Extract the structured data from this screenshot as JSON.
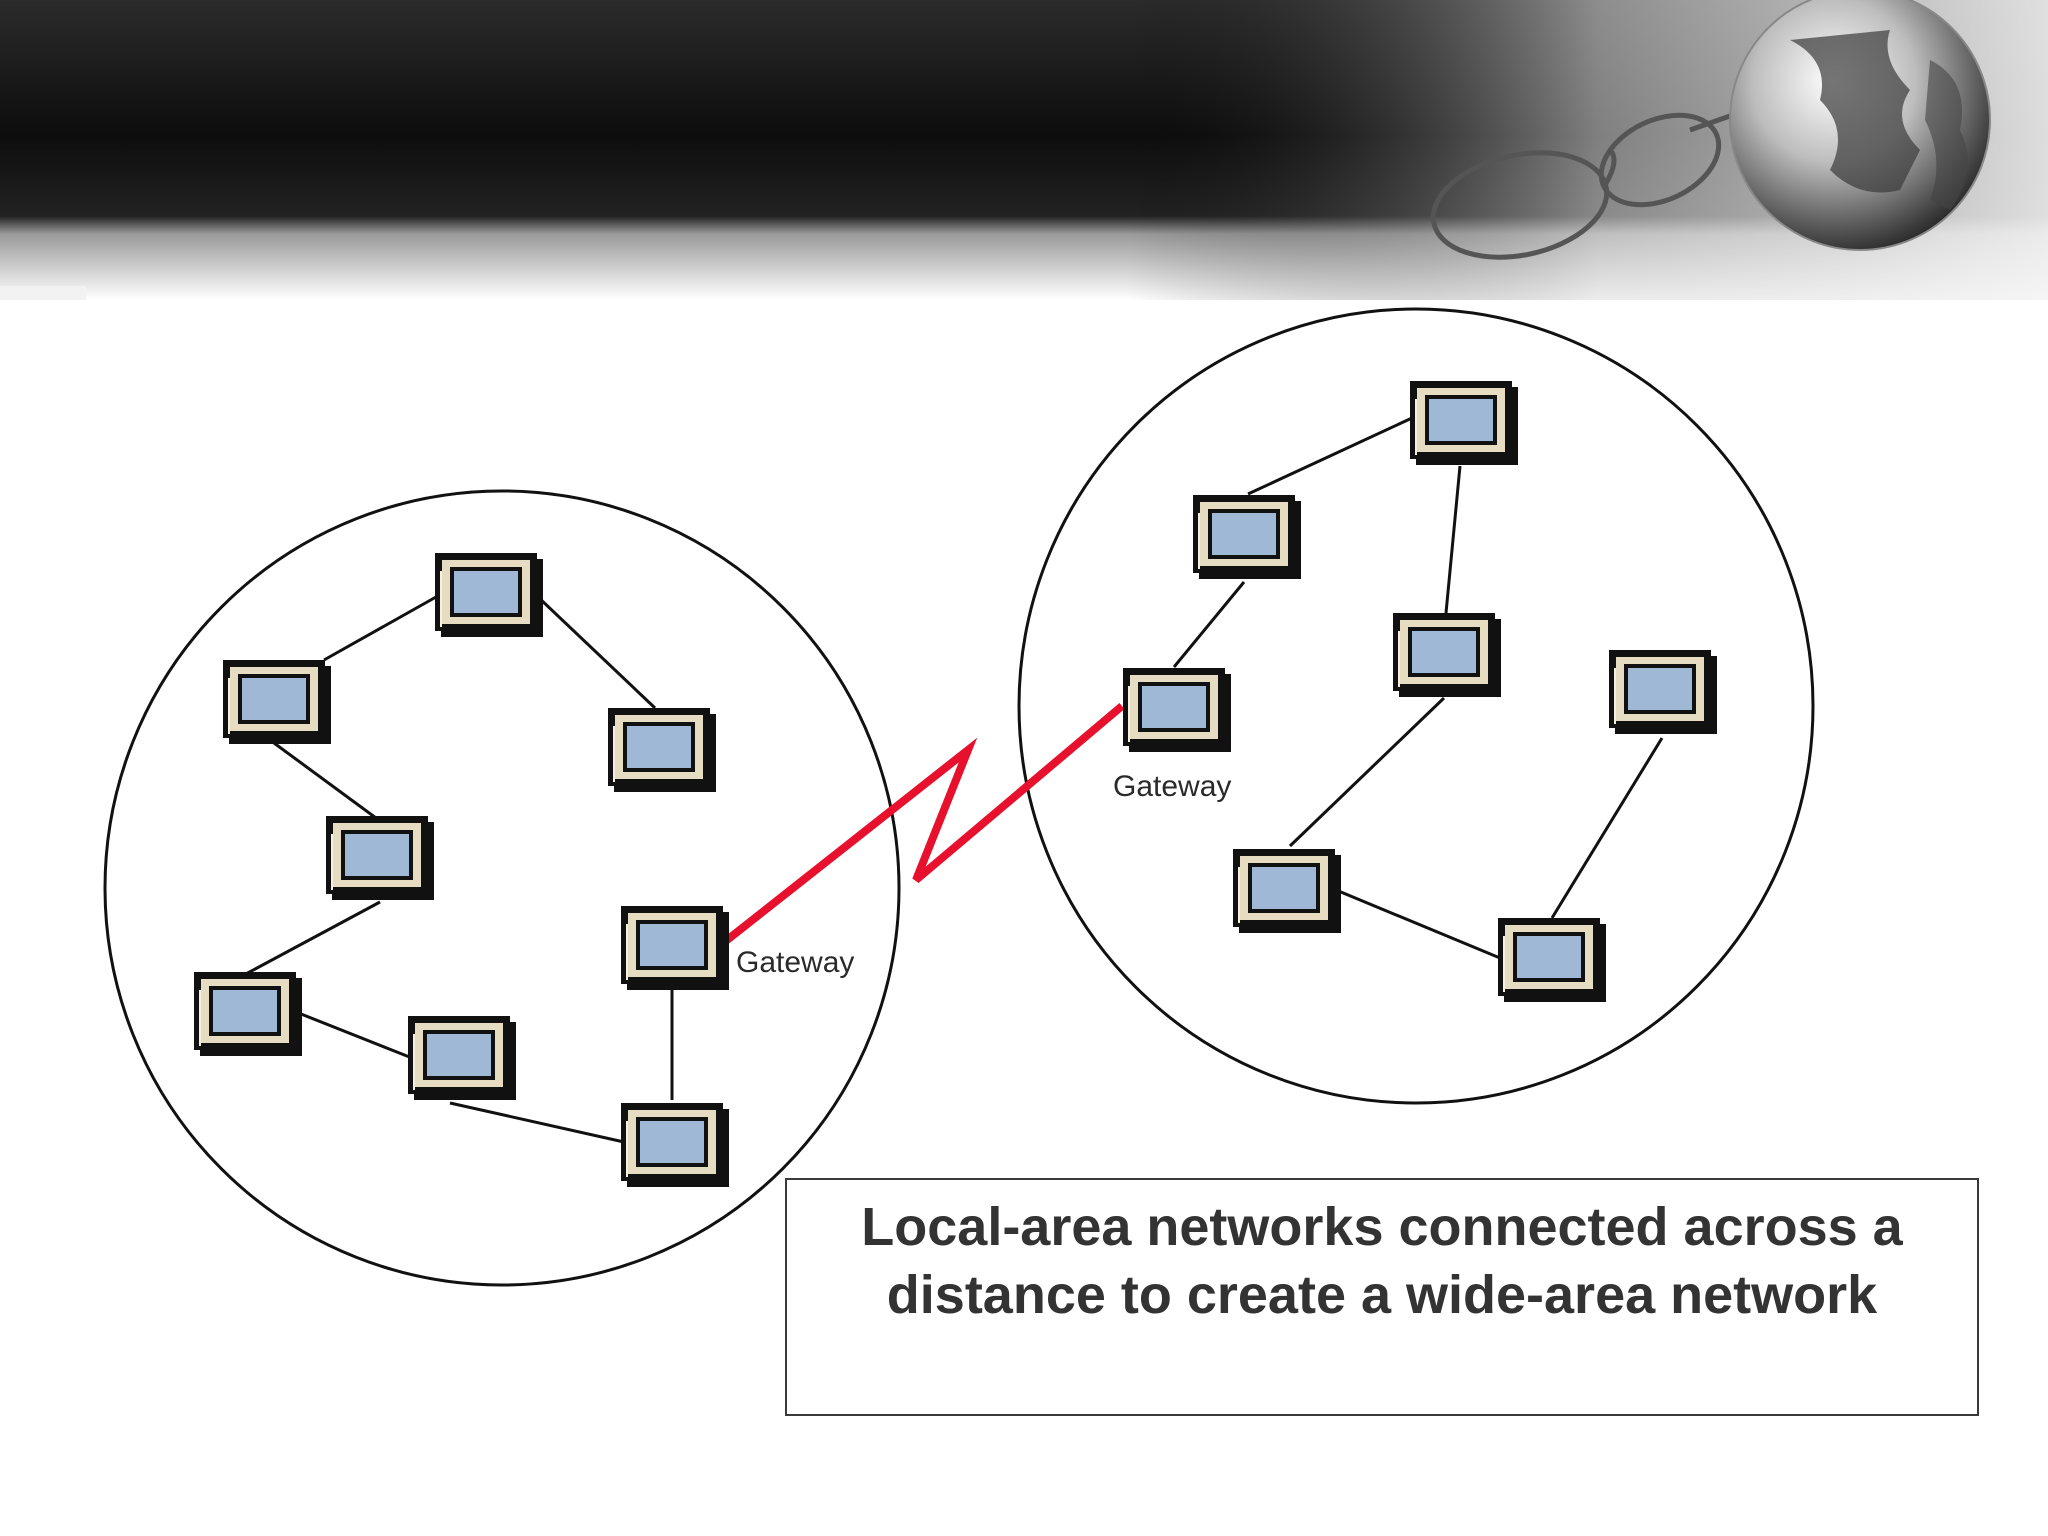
{
  "diagram": {
    "gateway_labels": {
      "lan_left": "Gateway",
      "lan_right": "Gateway"
    },
    "wan_link_color": "#e8112d"
  },
  "caption": {
    "line1": "Local-area networks connected across a",
    "line2": "distance to create a wide-area network"
  },
  "icons": {
    "computer": "computer-icon",
    "globe": "globe-icon",
    "glasses": "glasses-icon"
  }
}
